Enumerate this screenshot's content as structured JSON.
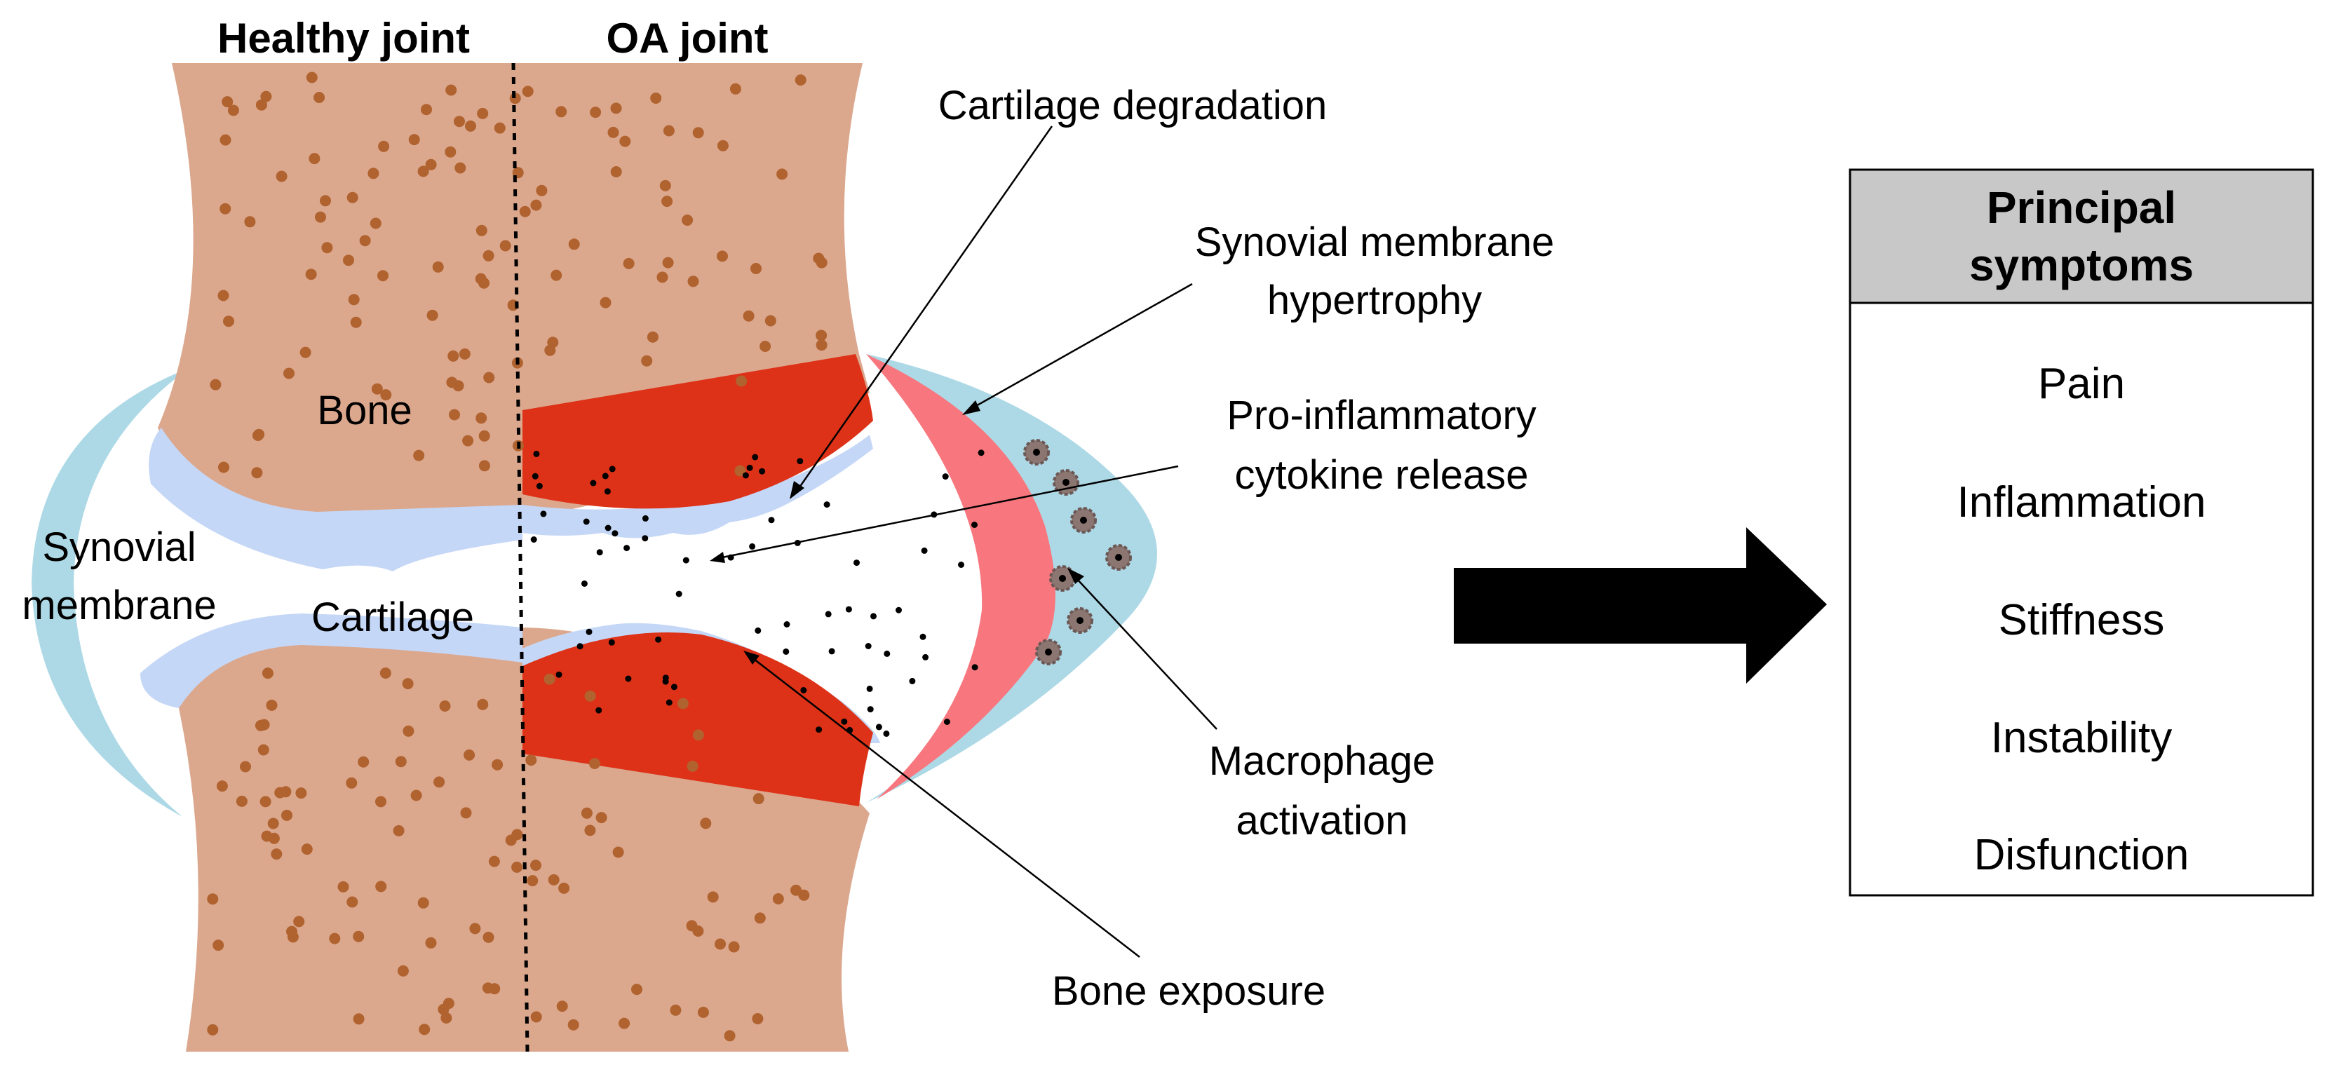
{
  "headers": {
    "healthy": "Healthy joint",
    "oa": "OA joint"
  },
  "labels": {
    "bone": "Bone",
    "cartilage": "Cartilage",
    "synovial_membrane": [
      "Synovial",
      "membrane"
    ],
    "cartilage_degradation": "Cartilage degradation",
    "synovial_hypertrophy": [
      "Synovial membrane",
      "hypertrophy"
    ],
    "cytokine_release": [
      "Pro-inflammatory",
      "cytokine release"
    ],
    "macrophage_activation": [
      "Macrophage",
      "activation"
    ],
    "bone_exposure": "Bone exposure"
  },
  "symptoms_box": {
    "title": [
      "Principal",
      "symptoms"
    ],
    "items": [
      "Pain",
      "Inflammation",
      "Stiffness",
      "Instability",
      "Disfunction"
    ]
  },
  "colors": {
    "bone": "#DBA88E",
    "bone_pores": "#B0622F",
    "cartilage": "#C5D7F7",
    "eroded_bone": "#DD3218",
    "synovial_outer": "#ADD9E6",
    "synovial_inflamed": "#F8777E",
    "macrophage": "#8C7672",
    "arrow": "#000000",
    "box_header": "#C8C8C8"
  }
}
